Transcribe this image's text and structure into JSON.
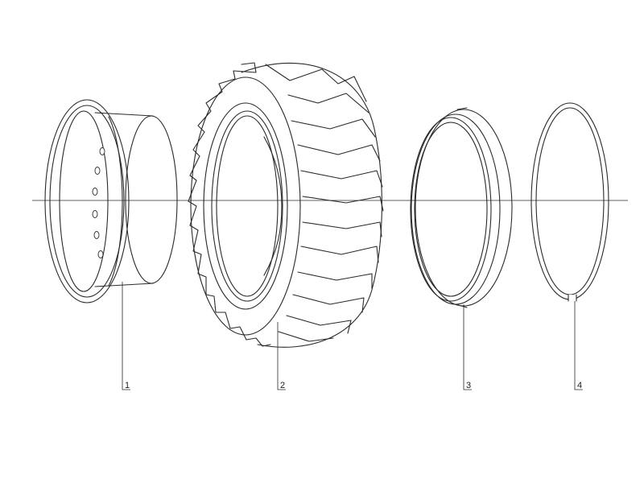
{
  "callouts": [
    {
      "label": "1"
    },
    {
      "label": "2"
    },
    {
      "label": "3"
    },
    {
      "label": "4"
    }
  ],
  "colors": {
    "line": "#2a2a2a",
    "background": "#ffffff"
  }
}
